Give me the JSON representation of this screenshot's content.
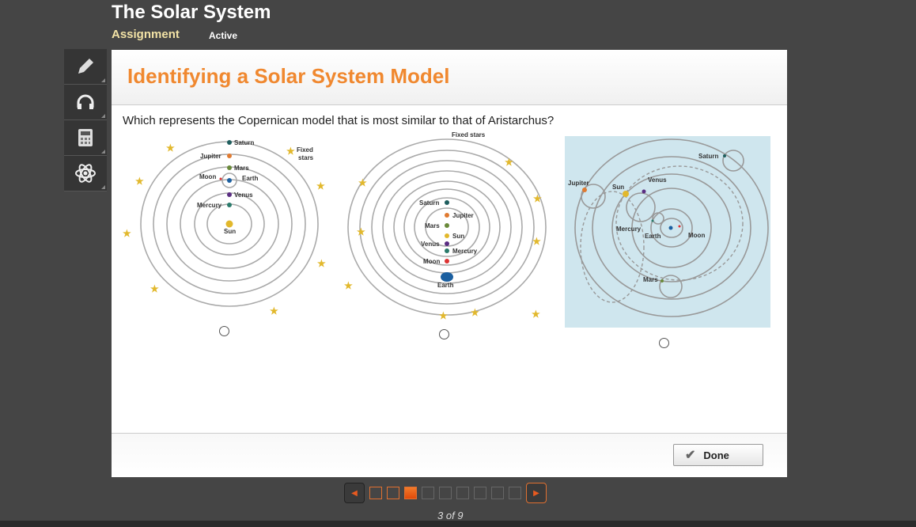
{
  "header": {
    "title": "The Solar System",
    "section": "Assignment",
    "status": "Active"
  },
  "tools": [
    "pencil-icon",
    "headphones-icon",
    "calculator-icon",
    "atom-icon"
  ],
  "card": {
    "title": "Identifying a Solar System Model",
    "question": "Which represents the Copernican model that is most similar to that of Aristarchus?"
  },
  "options": [
    {
      "labels": {
        "saturn": "Saturn",
        "jupiter": "Jupiter",
        "mars": "Mars",
        "moon": "Moon",
        "earth": "Earth",
        "venus": "Venus",
        "mercury": "Mercury",
        "sun": "Sun",
        "fixed1": "Fixed",
        "fixed2": "stars"
      }
    },
    {
      "labels": {
        "fixed": "Fixed stars",
        "saturn": "Saturn",
        "jupiter": "Jupiter",
        "mars": "Mars",
        "sun": "Sun",
        "venus": "Venus",
        "mercury": "Mercury",
        "moon": "Moon",
        "earth": "Earth"
      }
    },
    {
      "labels": {
        "saturn": "Saturn",
        "jupiter": "Jupiter",
        "sun": "Sun",
        "venus": "Venus",
        "mercury": "Mercury",
        "earth": "Earth",
        "moon": "Moon",
        "mars": "Mars"
      }
    }
  ],
  "footer": {
    "done": "Done"
  },
  "pager": {
    "current": 3,
    "total": 9,
    "text": "3 of 9",
    "visited": [
      1,
      2
    ]
  }
}
